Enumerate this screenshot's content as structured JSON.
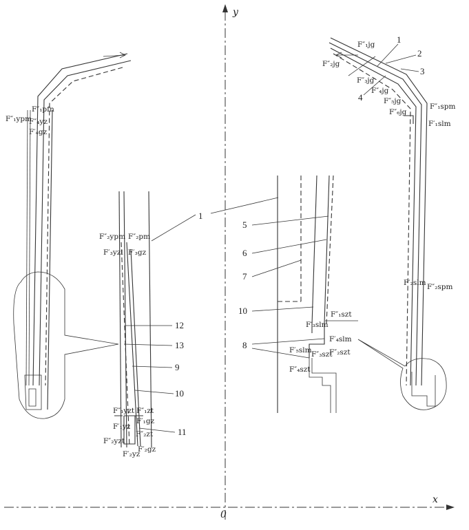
{
  "axes": {
    "x": "x",
    "y": "y",
    "origin": "0"
  },
  "numbers": {
    "n1a": "1",
    "n2": "2",
    "n3": "3",
    "n4": "4",
    "n1b": "1",
    "n5": "5",
    "n6": "6",
    "n7": "7",
    "n10b": "10",
    "n8": "8",
    "n12": "12",
    "n13": "13",
    "n9": "9",
    "n10a": "10",
    "n11": "11"
  },
  "labels": {
    "f1pfn": "F″₁pfn",
    "f1ypm": "F″₁ypm",
    "f4yz": "F″₄yz",
    "f4gz": "F′₄gz",
    "f1jg": "F″₁jg",
    "f2jg": "F″₂jg",
    "f3jg": "F″₃jg",
    "f4jg": "F″₄jg",
    "f5jg": "F″₅jg",
    "f6jg": "F″₆jg",
    "f1spm": "F″₁spm",
    "f1slm": "F′₁slm",
    "f2ypm": "F″₂ypm",
    "f2pm": "F″₂pm",
    "f3yzl": "F′₃yzl",
    "f3gz": "F′₃gz",
    "f1yzt": "F″₁yzt",
    "f1zt": "F″₁zt",
    "f1yz": "F′₁yz",
    "f1gz": "F′₁gz",
    "f2yzt": "F″₂yzt",
    "f2zt": "F″₂zt",
    "f2gz": "F′₂gz",
    "f2yz": "F′₂yz",
    "f1szt": "F″₁szt",
    "f3slm": "F′₃slm",
    "f4slm": "F′₄slm",
    "f5slm": "F′₅slm",
    "f3szt": "F″₃szt",
    "f2szt": "F″₂szt",
    "f4szt": "F″₄szt",
    "f2slm": "F′₂slm",
    "f2spm": "F″₂spm"
  }
}
